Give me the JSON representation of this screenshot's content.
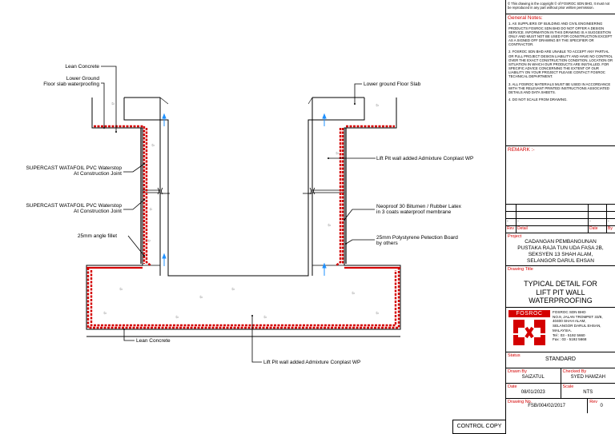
{
  "drawing": {
    "labels": {
      "lean_concrete_top": "Lean Concrete",
      "lower_ground_waterproofing_1": "Lower Ground",
      "lower_ground_waterproofing_2": "Floor slab  waterproofing",
      "lower_ground_slab": "Lower ground Floor Slab",
      "lift_pit_wall_admixture": "Lift Pit wall added Admixture Conplast WP",
      "waterstop_1_a": "SUPERCAST WATAFOIL PVC Waterstop",
      "waterstop_1_b": "At Construction Joint",
      "waterstop_2_a": "SUPERCAST WATAFOIL PVC Waterstop",
      "waterstop_2_b": "At Construction Joint",
      "neoproof_a": "Neoproof 30 Bitumen / Rubber Latex",
      "neoproof_b": "in 3 coats waterproof membrane",
      "angle_fillet": "25mm angle fillet",
      "polystyrene_a": "25mm Polystyrene Petection Board",
      "polystyrene_b": "by others",
      "lean_concrete_bottom": "Lean Concrete",
      "lift_pit_wall_admixture_bottom": "Lift Pit wall added Admixture Conplast WP"
    }
  },
  "title_block": {
    "copyright": "© This drawing is the copyright © of FOSROC SDN BHD, It must not be reproduced in any part without prior written permission.",
    "general_notes_title": "General Notes:",
    "notes": [
      "1. AS SUPPLIERS OF BUILDING AND CIVIL ENGINEERING PRODUCTS FOSROC SDN BHD DO NOT OFFER A DESIGN SERVICE. INFORMATION IN THIS DRAWING IS A SUGGESTION ONLY AND MUST NOT BE USED FOR CONSTRUCTION EXCEPT AS A SIGNED OFF DRAWING BY THE SPECIFIER OR CONTRACTOR.",
      "2. FOSROC SDN BHD ARE UNABLE TO ACCEPT ANY PARTIAL OR FULL PROJECT DESIGN LIABILITY AND HAVE NO CONTROL OVER THE EXACT CONSTRUCTION CONDITION, LOCATION OR SITUATION IN WHICH OUR PRODUCTS ARE INSTALLED. FOR SPECIFIC ADVICE CONCERNING THE EXTENT OF OUR LIABILITY ON YOUR PROJECT PLEASE CONTACT FOSROC TECHNICAL DEPARTMENT.",
      "3. ALL FOSROC MATERIALS MUST BE USED IN ACCORDANCE WITH THE RELEVANT PRINTED INSTRUCTIONS ASSOCIATED DETAILS AND DATA SHEETS.",
      "4. DO NOT SCALE FROM DRAWING."
    ],
    "remark_label": "REMARK :-",
    "rev_row": {
      "rev": "-",
      "detail": "-",
      "date": "-",
      "by": "-"
    },
    "rev_headers": {
      "rev": "Rev",
      "detail": "Detail",
      "date": "Date",
      "by": "By"
    },
    "project_label": "Project",
    "project_lines": [
      "CADANGAN PEMBANGUNAN",
      "PUSTAKA RAJA TUN UDA FASA 2B,",
      "SEKSYEN 13 SHAH ALAM,",
      "SELANGOR DARUL EHSAN"
    ],
    "drawing_title_label": "Drawing Title",
    "drawing_title_lines": [
      "TYPICAL DETAIL FOR",
      "LIFT PIT WALL WATERPROOFING"
    ],
    "logo_text": "FOSROC",
    "company_lines": [
      "FOSROC SDN BHD",
      "NO.9, JALAN TROMPET 33/8,",
      "40400 SHAH ALAM,",
      "SELANGOR DARUL EHSAN,",
      "MALAYSIA.",
      "Tel : 03 - 5192 5660",
      "Fax : 03 - 5192 5668"
    ],
    "status_label": "Status",
    "status_value": "STANDARD",
    "drawn_by_label": "Drawn By",
    "drawn_by": "SAIZATUL",
    "checked_by_label": "Checked By",
    "checked_by": "SYED HAMZAH",
    "date_label": "Date",
    "date": "08/01/2023",
    "scale_label": "Scale",
    "scale": "NTS",
    "drawing_no_label": "Drawing No.",
    "drawing_no": "FSB/004/02/2017",
    "rev_label": "Rev",
    "rev_value": "0"
  },
  "control_copy": "CONTROL COPY",
  "colors": {
    "membrane": "#d40000",
    "leader": "#000000"
  }
}
